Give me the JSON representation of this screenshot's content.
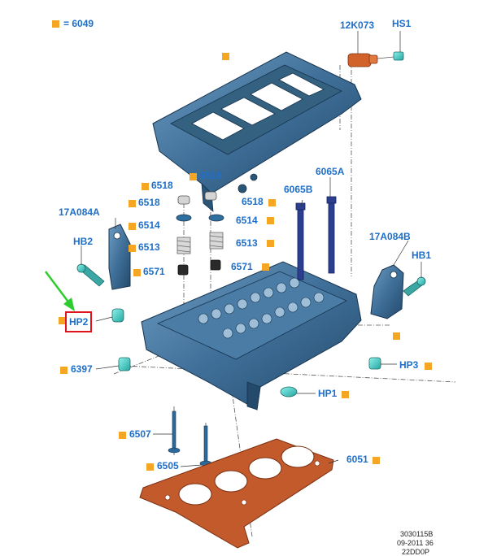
{
  "legend": {
    "text": "= 6049",
    "color": "#f5a623"
  },
  "labels": {
    "l_12k073": "12K073",
    "l_hs1": "HS1",
    "l_6065a": "6065A",
    "l_6065b": "6065B",
    "l_6518_a": "6518",
    "l_6518_b": "6518",
    "l_6518_c": "6518",
    "l_6518_d": "6518",
    "l_6514_a": "6514",
    "l_6514_b": "6514",
    "l_6513_a": "6513",
    "l_6513_b": "6513",
    "l_6571_a": "6571",
    "l_6571_b": "6571",
    "l_17a084a": "17A084A",
    "l_17a084b": "17A084B",
    "l_hb2": "HB2",
    "l_hb1": "HB1",
    "l_hp2": "HP2",
    "l_6397": "6397",
    "l_hp3": "HP3",
    "l_hp1": "HP1",
    "l_6507": "6507",
    "l_6505": "6505",
    "l_6051": "6051"
  },
  "ref": {
    "line1": "3030115B",
    "line2": "09-2011 36",
    "line3": "22DD0P"
  },
  "colors": {
    "label_blue": "#1f6fc8",
    "marker_orange": "#f5a623",
    "part_blue": "#3d6e96",
    "gasket_orange": "#c25a2c",
    "sensor_teal": "#3fc7c0",
    "highlight_red": "#e0141e",
    "arrow_green": "#2ecc2e"
  }
}
